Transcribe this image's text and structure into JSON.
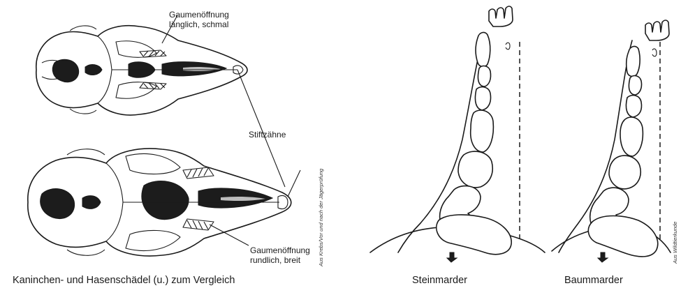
{
  "skulls_figure": {
    "label_palate_top": [
      "Gaumenöffnung",
      "länglich, schmal"
    ],
    "label_peg_teeth": "Stiftzähne",
    "label_palate_bottom": [
      "Gaumenöffnung",
      "rundlich, breit"
    ],
    "caption": "Kaninchen- und Hasenschädel (u.) zum Vergleich",
    "credit": "Aus Krebs/Vor und nach der Jägerprüfung"
  },
  "jaws_figure": {
    "caption_left": "Steinmarder",
    "caption_right": "Baummarder",
    "credit": "Aus Wildtierkunde"
  }
}
